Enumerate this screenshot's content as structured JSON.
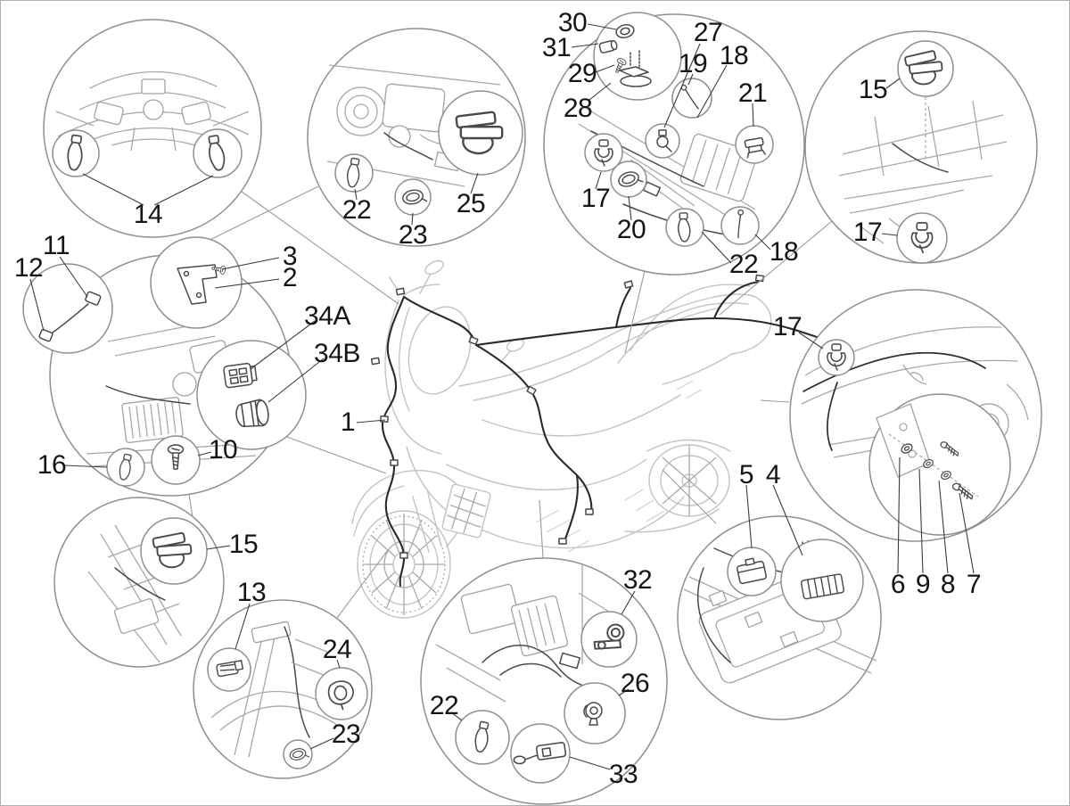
{
  "figure": {
    "kind": "exploded-parts-diagram",
    "subject": "Scooter electrical wiring harness and fasteners",
    "background": "#ffffff",
    "border_color": "#b0b0b0",
    "sketch_color": "#c3c3c3",
    "circle_color": "#8f8f8f",
    "part_color": "#4a4a4a",
    "harness_color": "#2a2a2a",
    "label_color": "#151515"
  },
  "labels": {
    "p14": "14",
    "p22_front": "22",
    "p23_front": "23",
    "p25": "25",
    "p30": "30",
    "p31": "31",
    "p29": "29",
    "p28": "28",
    "p27": "27",
    "p19": "19",
    "p18_top": "18",
    "p21": "21",
    "p17_mid": "17",
    "p20": "20",
    "p22_mid": "22",
    "p18_bot": "18",
    "p15_tr": "15",
    "p17_tr": "17",
    "p11": "11",
    "p12": "12",
    "p3": "3",
    "p2": "2",
    "p34A": "34A",
    "p34B": "34B",
    "p1": "1",
    "p16": "16",
    "p10": "10",
    "p15_bl": "15",
    "p13": "13",
    "p24": "24",
    "p23_bot": "23",
    "p22_bc": "22",
    "p32": "32",
    "p26": "26",
    "p33": "33",
    "p5": "5",
    "p4": "4",
    "p17_r": "17",
    "p6": "6",
    "p9": "9",
    "p8": "8",
    "p7": "7"
  },
  "callouts": [
    {
      "id": "handlebar-detail",
      "parts": [
        "14"
      ]
    },
    {
      "id": "front-engine-detail",
      "parts": [
        "22",
        "23",
        "25"
      ]
    },
    {
      "id": "rear-upper-frame-detail",
      "parts": [
        "30",
        "31",
        "29",
        "28",
        "27",
        "19",
        "18",
        "21",
        "17",
        "20",
        "22",
        "18"
      ]
    },
    {
      "id": "underseat-frame-detail",
      "parts": [
        "15",
        "17"
      ]
    },
    {
      "id": "legshield-regulator-detail",
      "parts": [
        "12",
        "11",
        "3",
        "2",
        "34A",
        "34B",
        "16",
        "10"
      ]
    },
    {
      "id": "main-harness",
      "parts": [
        "1"
      ]
    },
    {
      "id": "rear-frame-bracket-detail",
      "parts": [
        "17",
        "6",
        "9",
        "8",
        "7"
      ]
    },
    {
      "id": "front-frame-clip-detail",
      "parts": [
        "15"
      ]
    },
    {
      "id": "front-fork-detail",
      "parts": [
        "13",
        "24",
        "23"
      ]
    },
    {
      "id": "engine-bay-detail",
      "parts": [
        "22",
        "32",
        "26",
        "33"
      ]
    },
    {
      "id": "battery-box-detail",
      "parts": [
        "5",
        "4"
      ]
    }
  ],
  "part_glyphs": {
    "1": "wiring-harness",
    "2": "bracket",
    "3": "screw",
    "4": "fuse-box",
    "5": "relay",
    "6": "spacer",
    "7": "screw",
    "8": "washer",
    "9": "washer",
    "10": "self-tapping-screw",
    "11": "cable-with-connector",
    "12": "connector-plug",
    "13": "connector",
    "14": "cable-tie",
    "15": "frame-clip",
    "16": "cable-tie",
    "17": "c-clip",
    "18": "cable",
    "19": "cable",
    "20": "hose-clamp",
    "21": "clip-bracket",
    "22": "cable-tie",
    "23": "hose-clamp",
    "24": "grommet",
    "25": "retaining-clip",
    "26": "sensor-switch",
    "27": "sensor",
    "28": "bracket",
    "29": "screw",
    "30": "cap",
    "31": "bushing",
    "32": "p-clamp",
    "33": "inline-fuse-holder",
    "34A": "multi-pin-connector",
    "34B": "round-connector"
  }
}
